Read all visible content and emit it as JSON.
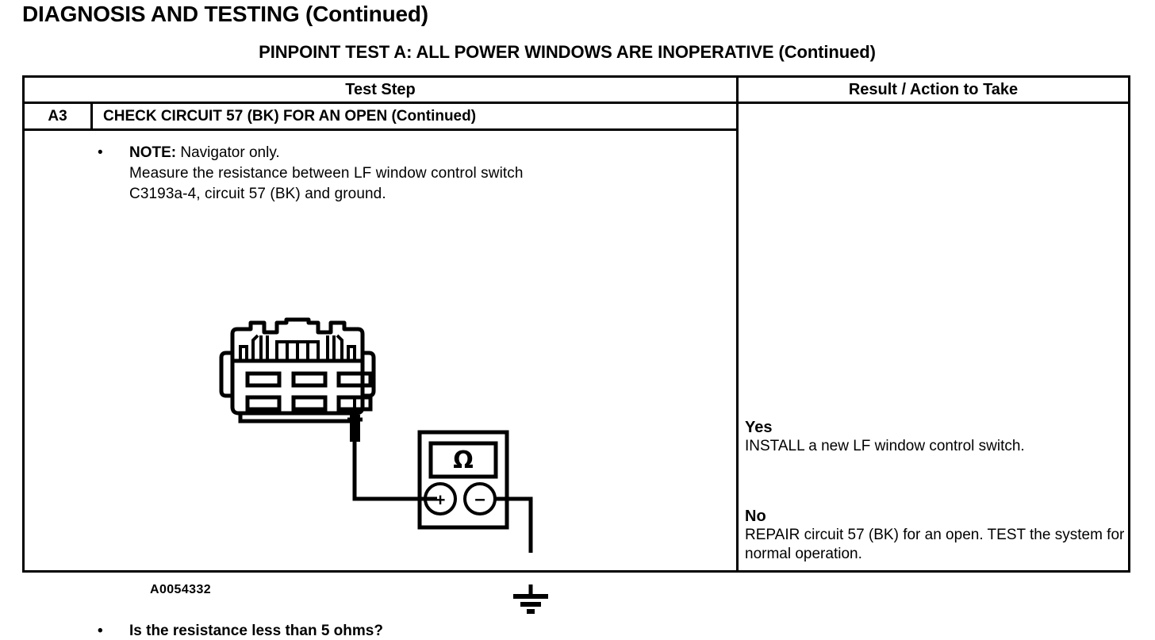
{
  "page": {
    "heading": "DIAGNOSIS AND TESTING (Continued)",
    "test_heading": "PINPOINT TEST A: ALL POWER WINDOWS ARE INOPERATIVE (Continued)"
  },
  "table": {
    "headers": {
      "left": "Test Step",
      "right": "Result / Action to Take"
    },
    "step": {
      "id": "A3",
      "title": "CHECK CIRCUIT 57 (BK) FOR AN OPEN (Continued)"
    },
    "instructions": {
      "bullet": "•",
      "note_label": "NOTE:",
      "note_text": " Navigator only.",
      "measure_line1": "Measure the resistance between LF window control switch",
      "measure_line2": "C3193a-4, circuit 57 (BK) and ground."
    },
    "figure_id": "A0054332",
    "question": {
      "bullet": "•",
      "text": "Is the resistance less than 5 ohms?"
    },
    "results": [
      {
        "label": "Yes",
        "text": "INSTALL a new LF window control switch."
      },
      {
        "label": "No",
        "text": "REPAIR circuit 57 (BK) for an open. TEST the system for normal operation."
      }
    ]
  },
  "diagram": {
    "meter_display_symbol": "Ω",
    "terminal_positive": "+",
    "terminal_negative": "–",
    "connector_cavity_count": 6,
    "probed_cavity": "bottom-right",
    "ink_color": "#000000"
  }
}
